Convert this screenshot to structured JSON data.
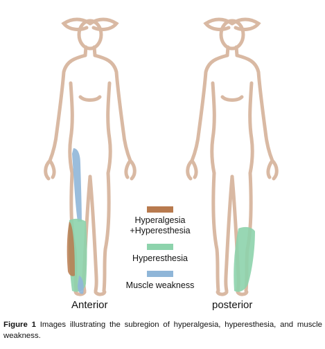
{
  "figure": {
    "views": {
      "anterior": "Anterior",
      "posterior": "posterior"
    },
    "legend": [
      {
        "label_line1": "Hyperalgesia",
        "label_line2": "+Hyperesthesia",
        "color": "#b87a4e"
      },
      {
        "label_line1": "Hyperesthesia",
        "label_line2": "",
        "color": "#8dd3ac"
      },
      {
        "label_line1": "Muscle weakness",
        "label_line2": "",
        "color": "#8fb6d8"
      }
    ],
    "colors": {
      "body_outline": "#d9b9a3"
    },
    "caption": {
      "prefix": "Figure 1",
      "text": "Images illustrating the subregion of hyperalgesia, hyperesthesia, and muscle weakness."
    }
  }
}
